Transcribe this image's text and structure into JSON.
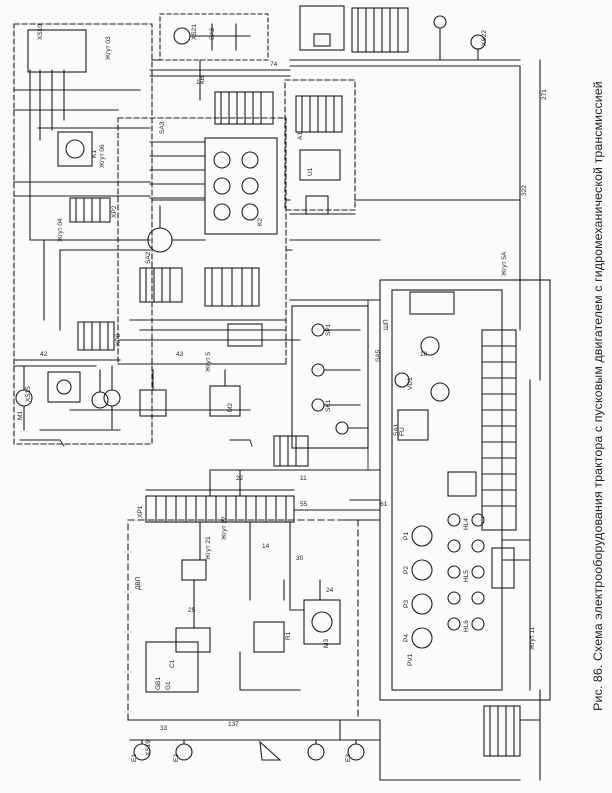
{
  "figure": {
    "caption": "Рис. 86. Схема электрооборудования трактора с пусковым двигателем с гидромеханической трансмиссией",
    "line_color": "#1d1d1d",
    "background": "#fbfbf9"
  },
  "labels": {
    "zhgut_03": "Жгут 03",
    "zhgut_04": "Жгут 04",
    "zhgut_06": "Жгут 06",
    "zhgut_5": "Жгут 5",
    "zhgut_5a": "Жгут 5А",
    "zhgut_11": "Жгут 11",
    "zhgut_21": "Жгут 21",
    "zhgut_22": "Жгут 22",
    "xs10": "XS10",
    "xs15": "XS15",
    "xs19": "XS19",
    "xs21": "XS21",
    "xs22": "XS22",
    "xp1": "XP1",
    "xp2": "XP2",
    "xp8": "XP8",
    "sa1": "SA1",
    "sa2": "SA2",
    "sa3": "SA3",
    "sa5": "SA5",
    "sa6": "SA6",
    "hl4": "HL4",
    "hl5": "HL5",
    "hl6": "HL6",
    "k1": "K1",
    "k2": "K2",
    "a1": "A1",
    "g1": "G1",
    "e1": "E1",
    "e2": "E2",
    "e3": "E3",
    "m1": "M1",
    "m2": "M2",
    "m3": "M3",
    "gb1": "GB1",
    "dvp": "ДВП",
    "shp": "ШП",
    "kv": "КВ",
    "u1": "U1",
    "c1": "C1",
    "vd1": "VD1",
    "sp1": "SP1",
    "sk1": "SK1",
    "fu": "FU",
    "r1": "R1",
    "p1": "P1",
    "p2": "P2",
    "p3": "P3",
    "p4": "P4",
    "pv1": "PV1",
    "n1": "1",
    "n10": "10",
    "n11": "11",
    "n14": "14",
    "n22": "22",
    "n24": "24",
    "n25": "25",
    "n30": "30",
    "n33": "33",
    "n42": "42",
    "n43": "43",
    "n55": "55",
    "n61": "61",
    "n74": "74",
    "n137": "137",
    "n271": "271",
    "n322": "322"
  }
}
